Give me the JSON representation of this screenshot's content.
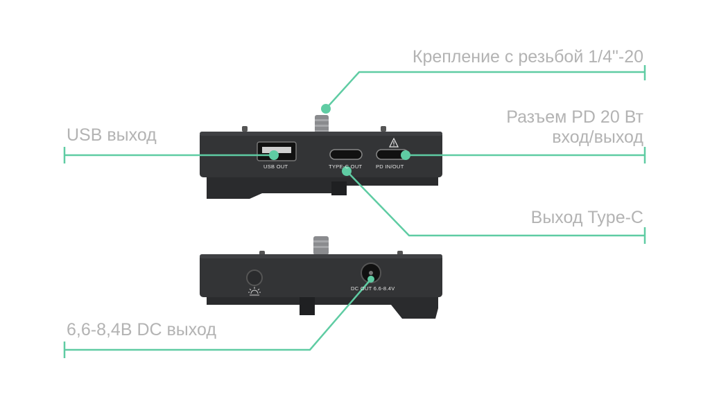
{
  "labels": {
    "mount": "Крепление с резьбой 1/4\"-20",
    "pd_line1": "Разъем PD 20 Вт",
    "pd_line2": "вход/выход",
    "usb": "USB выход",
    "typec": "Выход Type-C",
    "dc": "6,6-8,4В DC выход"
  },
  "ports": {
    "usb_out": "USB OUT",
    "type_c_out": "TYPE-C OUT",
    "pd_in_out": "PD IN/OUT",
    "dc_out": "DC OUT 6.6-8.4V"
  },
  "colors": {
    "callout": "#5fcca3",
    "label": "#b3b3b3",
    "device": "#333436"
  }
}
